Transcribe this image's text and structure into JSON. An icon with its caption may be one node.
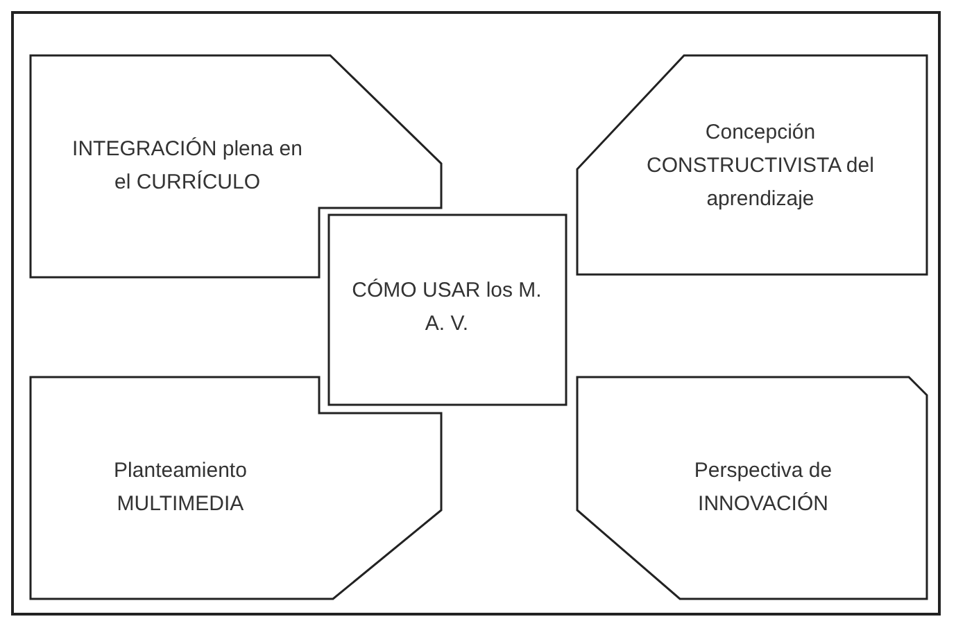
{
  "diagram": {
    "nodes": [
      {
        "text": [
          "INTEGRACIÓN plena en el CURRÍCULO"
        ]
      },
      {
        "text": [
          "Concepción CONSTRUCTIVISTA del aprendizaje"
        ]
      },
      {
        "text": [
          "CÓMO USAR los M. A. V."
        ]
      },
      {
        "text": [
          "Planteamiento MULTIMEDIA"
        ]
      },
      {
        "text": [
          "Perspectiva de INNOVACIÓN"
        ]
      }
    ]
  }
}
